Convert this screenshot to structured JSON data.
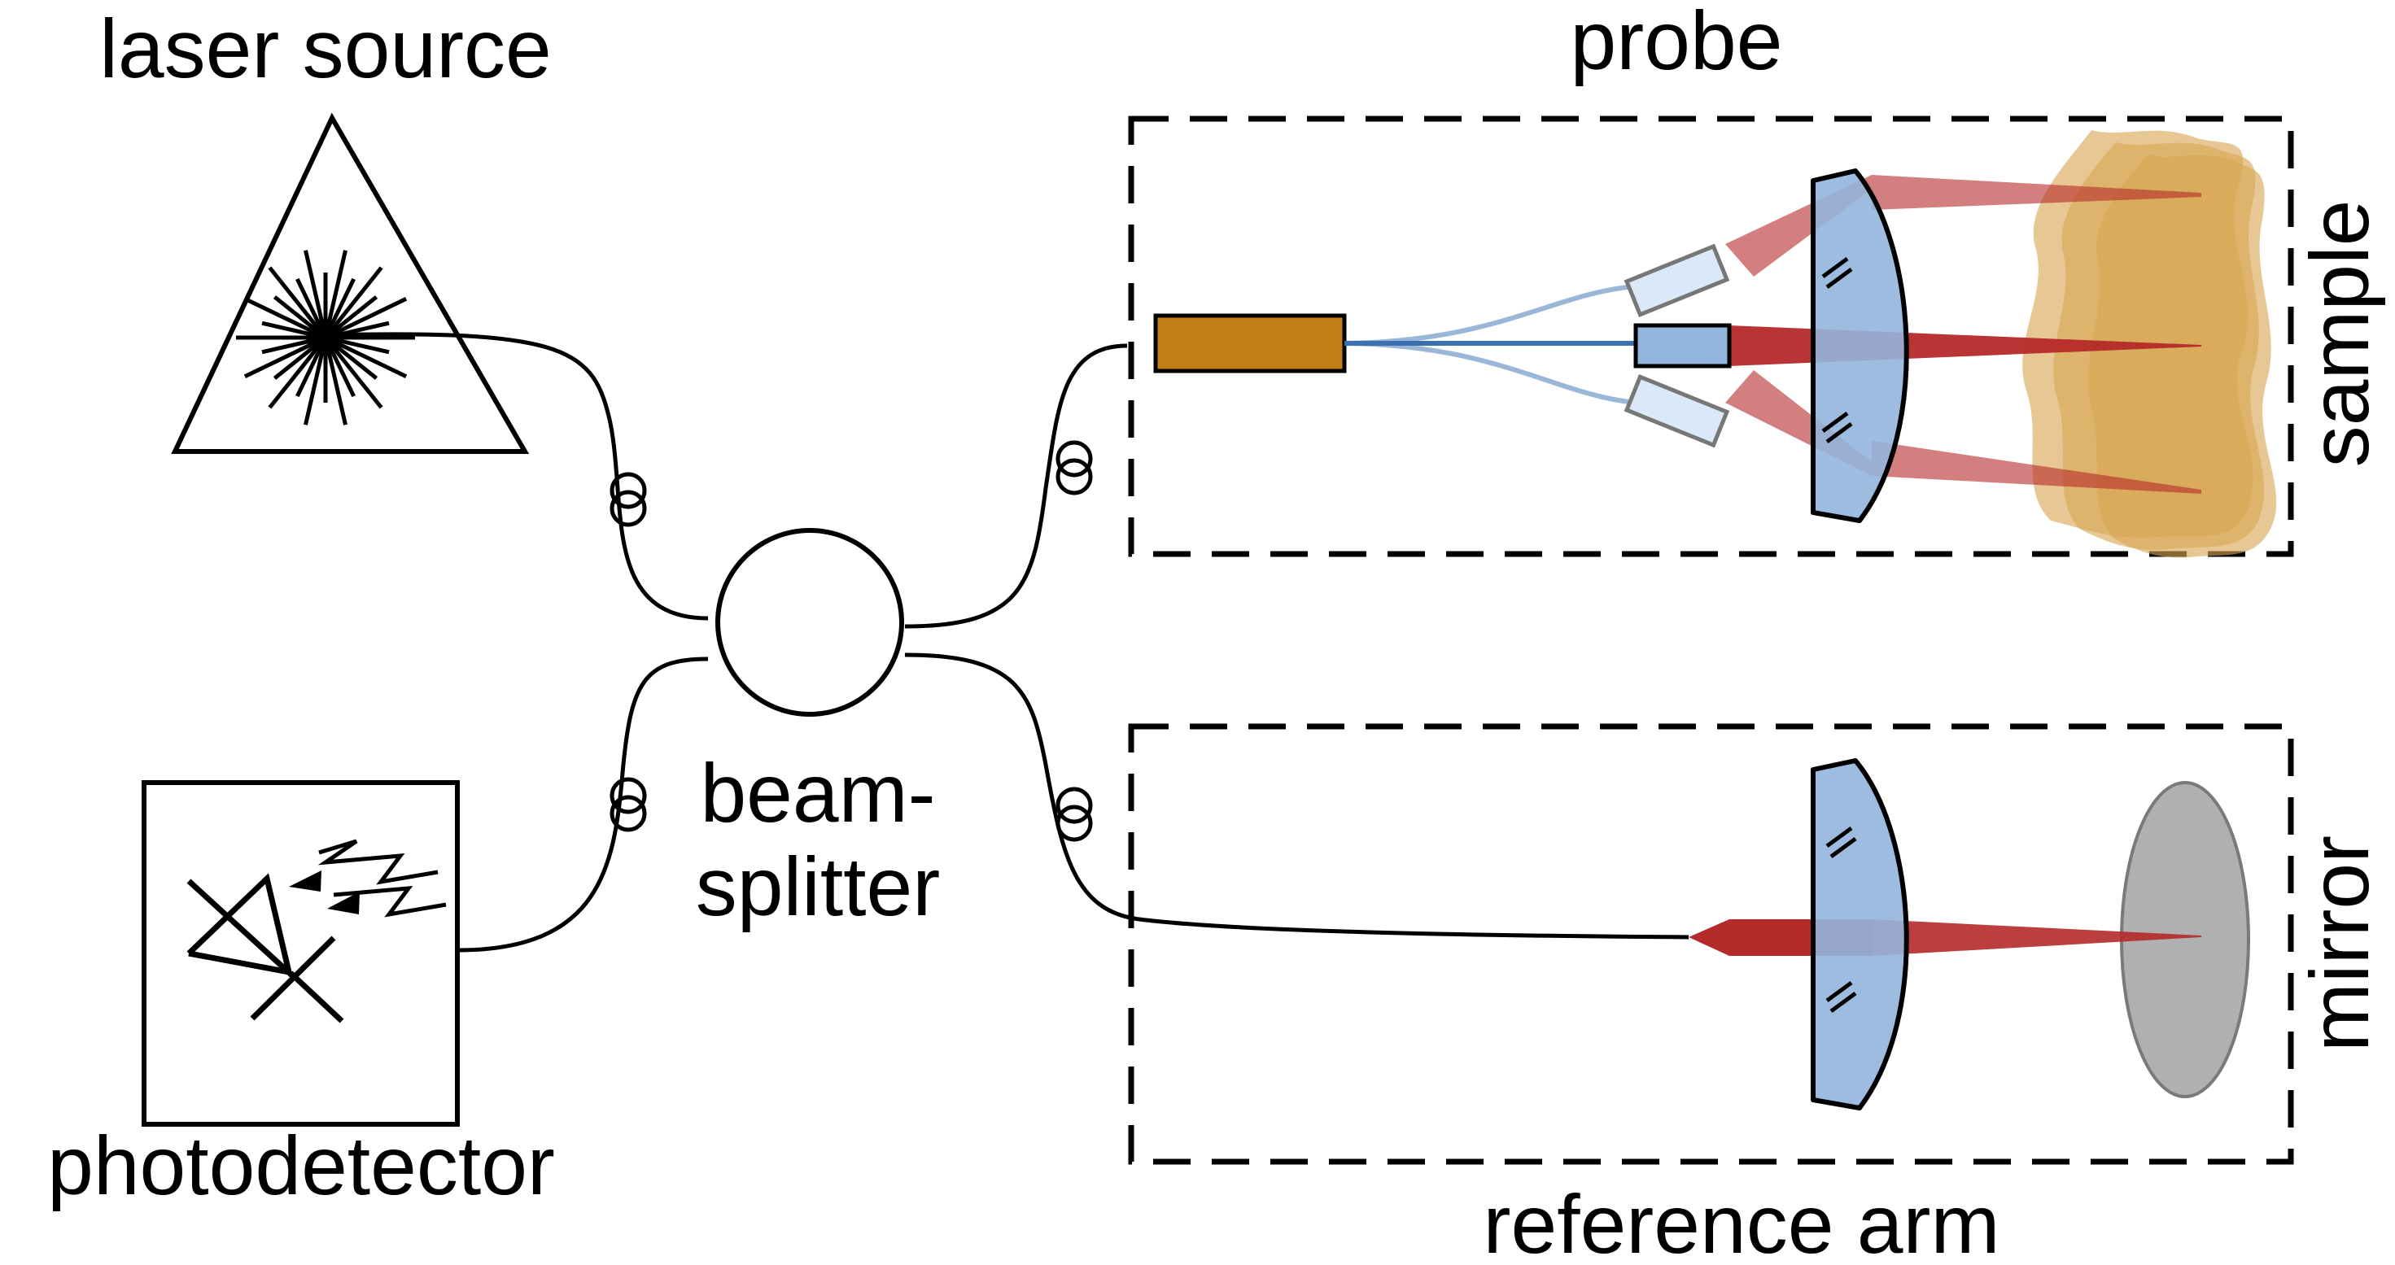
{
  "labels": {
    "laser_source": "laser source",
    "photodetector": "photodetector",
    "beam_splitter_line1": "beam-",
    "beam_splitter_line2": "splitter",
    "probe": "probe",
    "sample": "sample",
    "mirror": "mirror",
    "reference_arm": "reference arm"
  },
  "colors": {
    "line": "#000000",
    "fiber_blue": "#3a6fb0",
    "fiber_blue_light": "#9bb7d8",
    "collimator_fill": "#c07f16",
    "lens_fill": "#93b5dc",
    "small_block_fill": "#dbe8f7",
    "beam_red": "#b52a2a",
    "beam_red_light": "#d77a7a",
    "sample_fill": "#d9a653",
    "mirror_fill": "#b0b0b0"
  },
  "icons": {
    "laser": "laser-warning-icon",
    "photodetector": "photodiode-icon",
    "fiber_loop": "fiber-coil-icon"
  }
}
